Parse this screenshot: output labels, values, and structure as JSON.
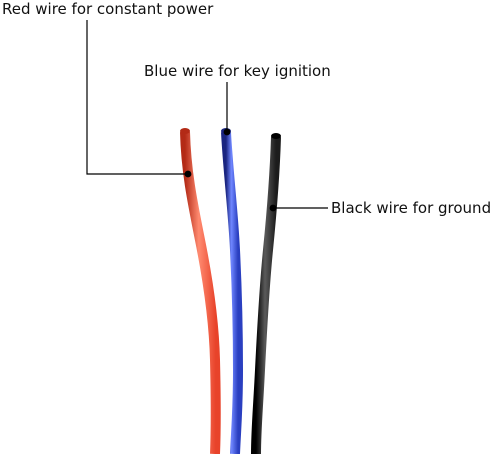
{
  "labels": {
    "red": "Red wire for constant power",
    "blue": "Blue wire for key ignition",
    "black": "Black wire for ground"
  },
  "wires": {
    "red": {
      "color": "#e8432a",
      "highlight": "#ff8a70",
      "shadow": "#b32a16"
    },
    "blue": {
      "color": "#2a3fc0",
      "highlight": "#6f86ff",
      "shadow": "#1a2580"
    },
    "black": {
      "color": "#1c1c1c",
      "highlight": "#5a5a5a",
      "shadow": "#000000"
    }
  },
  "leader_color": "#000000",
  "background": "#ffffff"
}
